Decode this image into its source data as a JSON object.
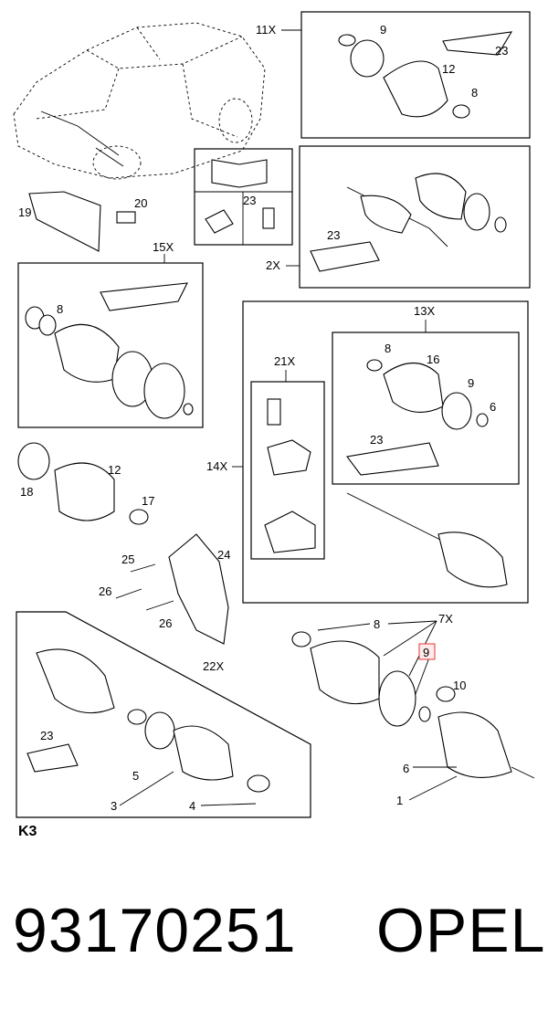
{
  "diagram": {
    "section_code": "K3",
    "group_labels": {
      "g11": "11X",
      "g2": "2X",
      "g15": "15X",
      "g13": "13X",
      "g21": "21X",
      "g14": "14X",
      "g22": "22X",
      "g7": "7X"
    },
    "callouts": {
      "c9a": "9",
      "c23a": "23",
      "c12a": "12",
      "c8a": "8",
      "c20": "20",
      "c19": "19",
      "c23b": "23",
      "c23c": "23",
      "c8b": "8",
      "c8c": "8",
      "c16": "16",
      "c9b": "9",
      "c6a": "6",
      "c23d": "23",
      "c18": "18",
      "c12b": "12",
      "c17": "17",
      "c25": "25",
      "c26a": "26",
      "c26b": "26",
      "c24": "24",
      "c8d": "8",
      "c9hl": "9",
      "c10": "10",
      "c6b": "6",
      "c1": "1",
      "c23e": "23",
      "c5": "5",
      "c3": "3",
      "c4": "4"
    },
    "highlight_color": "#e53935"
  },
  "footer": {
    "part_number": "93170251",
    "brand": "OPEL"
  }
}
